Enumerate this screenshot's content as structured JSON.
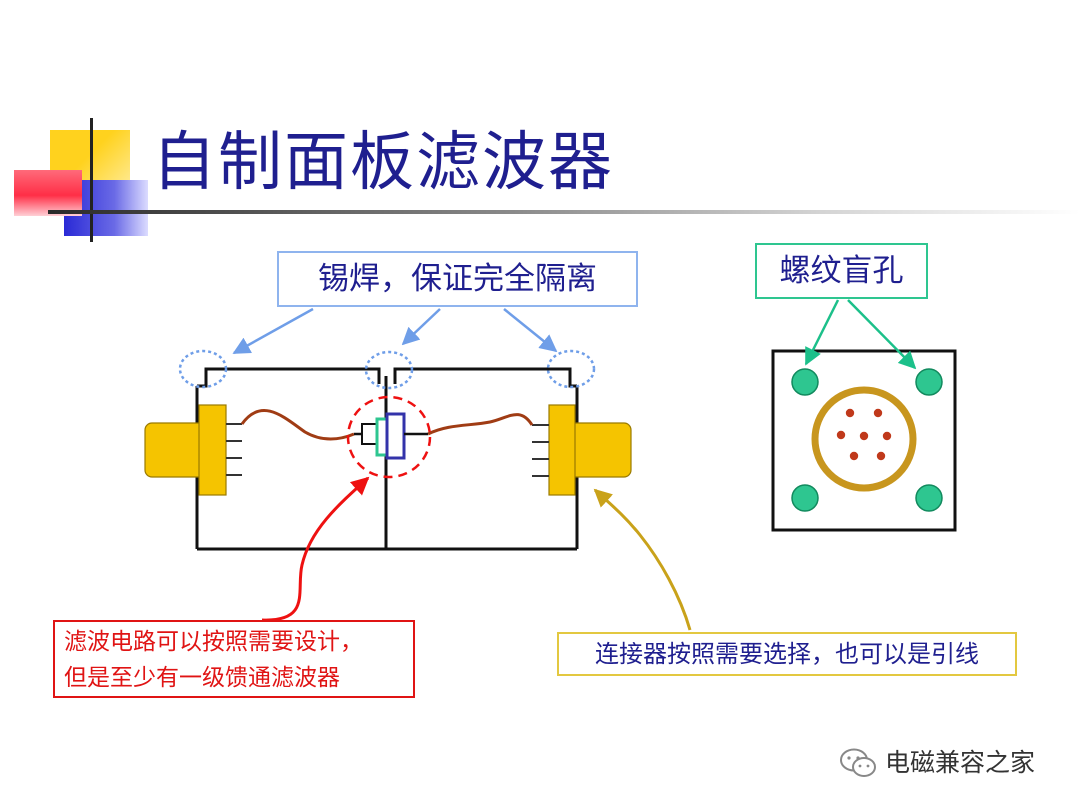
{
  "slide": {
    "title": "自制面板滤波器"
  },
  "callouts": {
    "solder": "锡焊，保证完全隔离",
    "blind_holes": "螺纹盲孔",
    "filter_line1": "滤波电路可以按照需要设计，",
    "filter_line2": "但是至少有一级馈通滤波器",
    "connector": "连接器按照需要选择，也可以是引线"
  },
  "watermark": {
    "text": "电磁兼容之家",
    "icon": "wechat-icon"
  },
  "colors": {
    "title": "#1f1f8f",
    "solder_box_border": "#8fb4ee",
    "blind_box_border": "#2ec690",
    "filter_box_border": "#e01414",
    "connector_box_border": "#e3c840",
    "connector_body": "#f5c400",
    "wire": "#a03c14",
    "hole_fill": "#2ec690",
    "connector_ring": "#c8961e",
    "pin": "#c0391b",
    "feedthrough_capacitor": "#2ec690",
    "feedthrough_outline": "#3333aa"
  }
}
